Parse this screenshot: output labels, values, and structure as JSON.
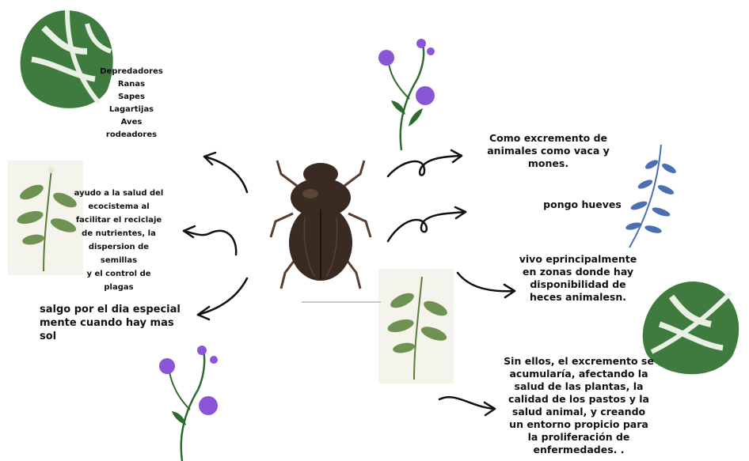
{
  "nodes": {
    "predators": [
      "Depredadores",
      "Ranas",
      "Sapes",
      "Lagartijas",
      "Aves",
      "rodeadores"
    ],
    "ecosystem": [
      "ayudo a la salud del",
      "ecocistema al",
      "facilitar el reciclaje",
      "de nutrientes, la",
      "dispersion de semillas",
      "y el control de plagas"
    ],
    "sun": [
      "salgo por el dia especial",
      "mente cuando hay mas",
      "sol"
    ],
    "excrement": [
      "Como excremento de",
      "animales como vaca y",
      "mones."
    ],
    "eggs": "pongo hueves",
    "habitat": [
      "vivo eprincipalmente",
      "en zonas donde hay",
      "disponibilidad de",
      "heces animalesn."
    ],
    "without": [
      "Sin ellos, el excremento se",
      "acumularía, afectando la",
      "salud de las plantas, la",
      "calidad de los pastos y la",
      "salud animal, y creando",
      "un entorno propicio para",
      "la proliferación de",
      "enfermedades. ."
    ]
  },
  "colors": {
    "ink": "#111111",
    "beetle": "#3a2b22",
    "leaf_green": "#3f7a3e",
    "flower_purple": "#8a55d6",
    "fern_blue": "#4a6fb3"
  },
  "icons": [
    "monstera-leaf-icon",
    "purple-flower-icon",
    "blue-fern-icon",
    "botanical-plant-icon",
    "beetle-icon"
  ]
}
